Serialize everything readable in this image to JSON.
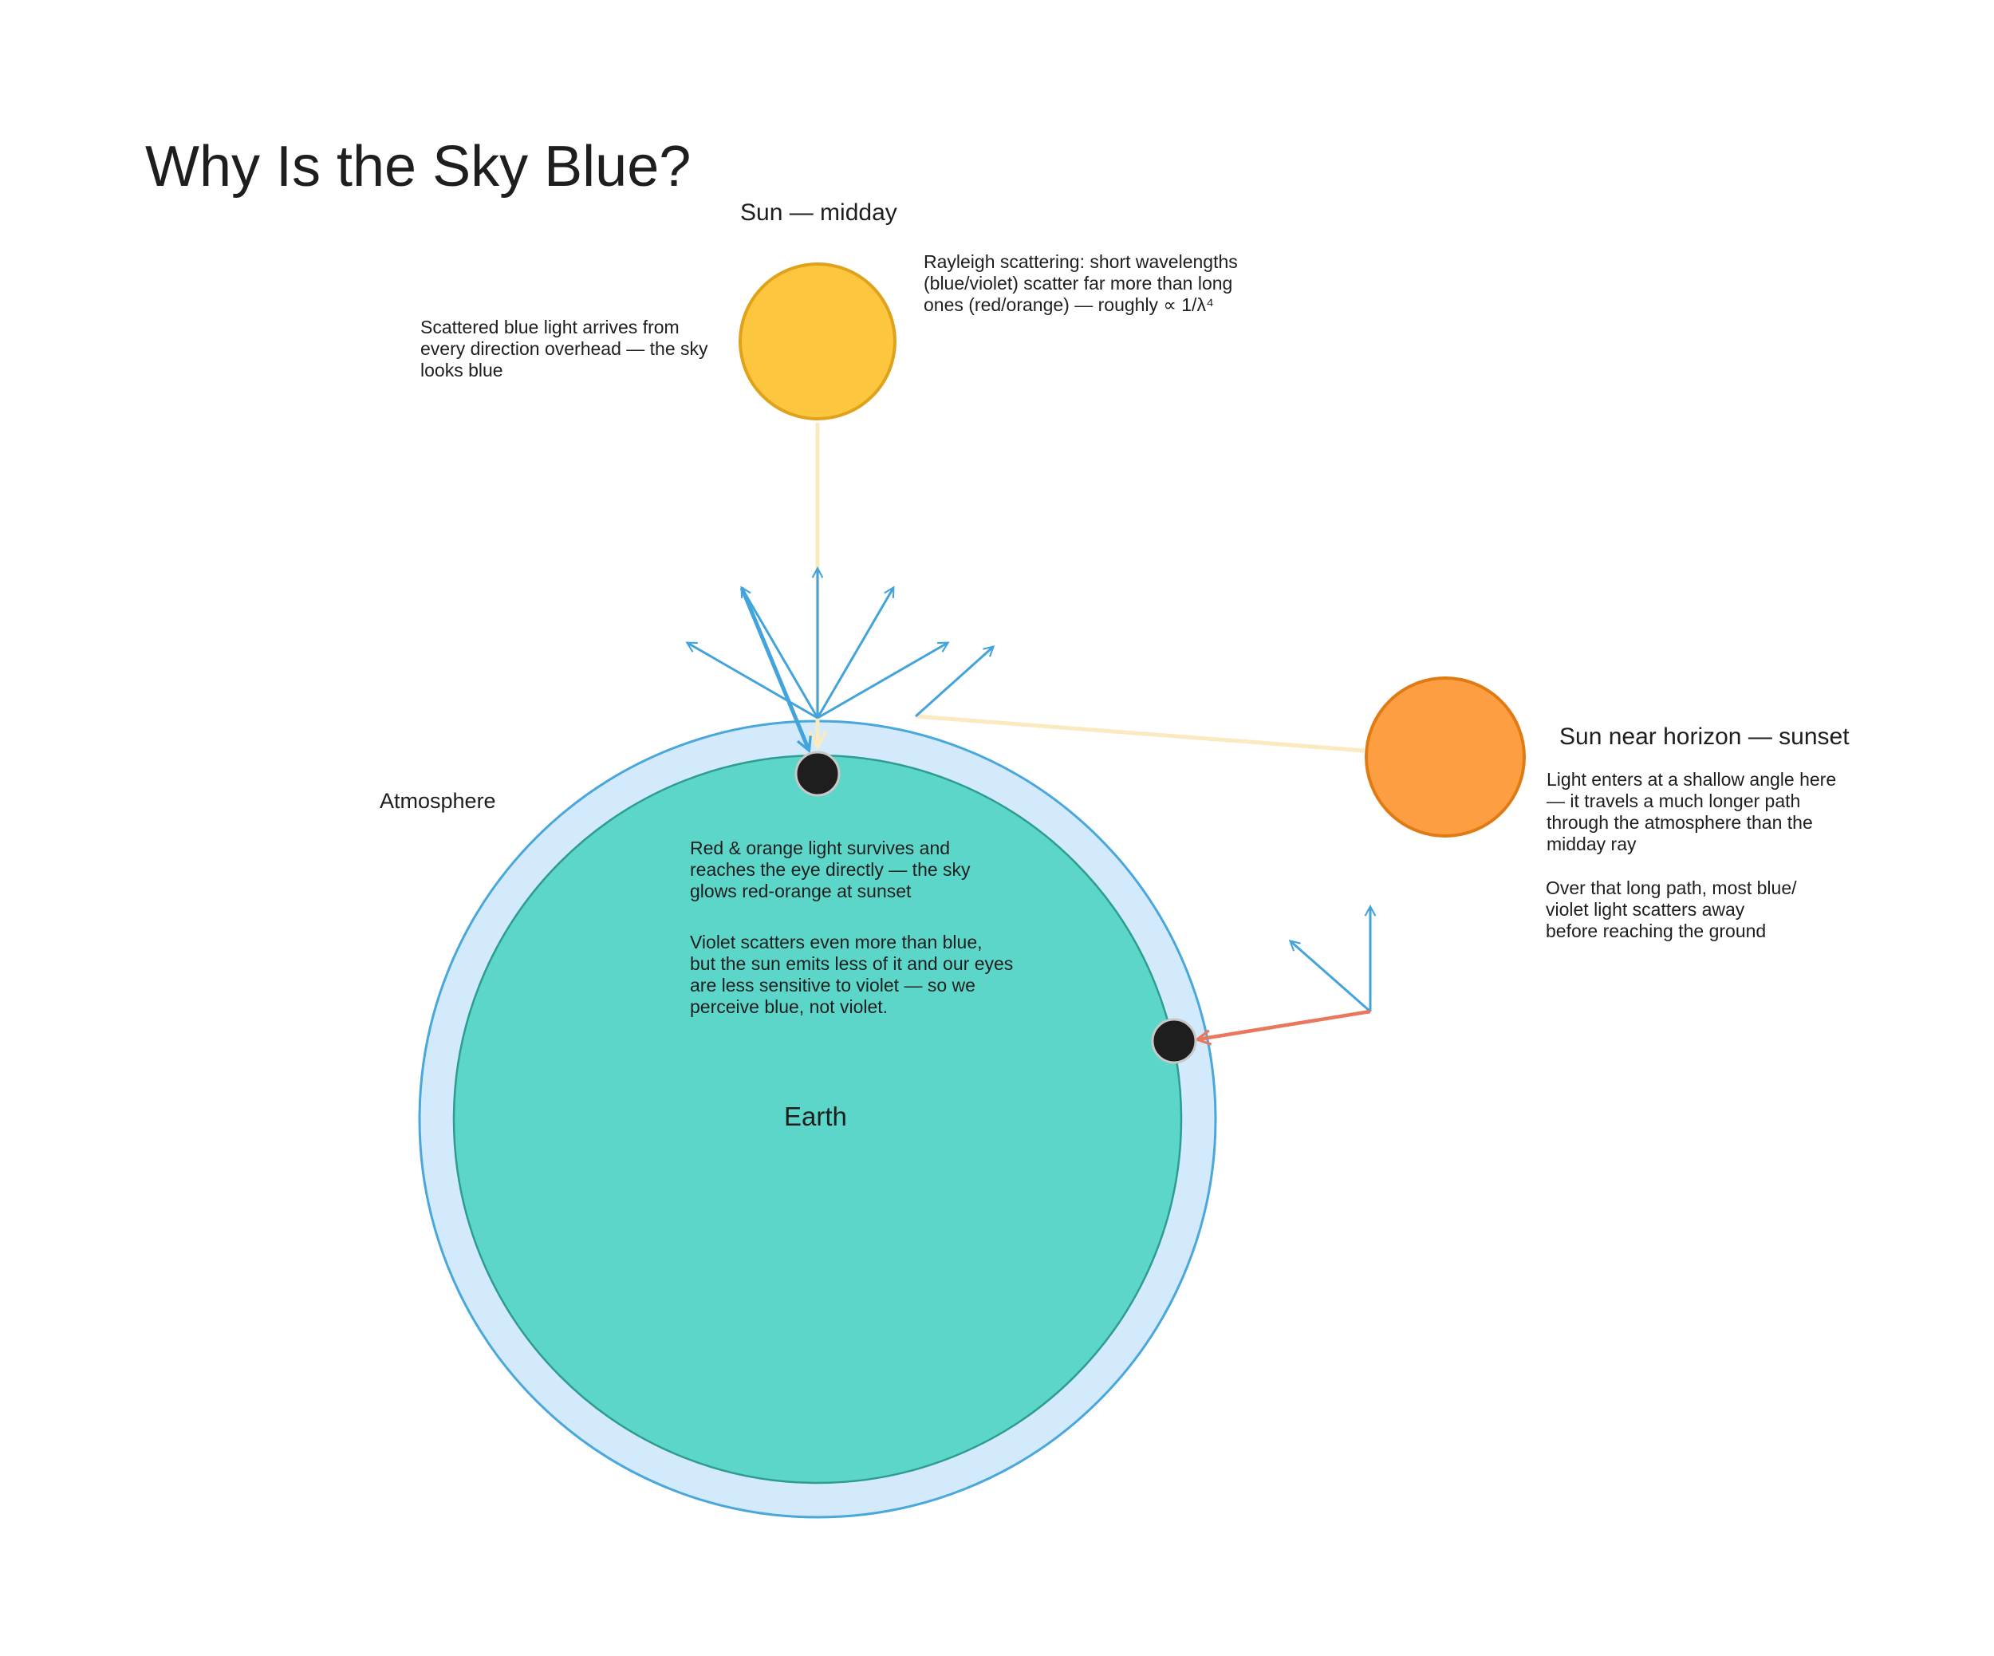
{
  "title": "Why Is the Sky Blue?",
  "labels": {
    "sun_midday": "Sun — midday",
    "sun_sunset": "Sun near horizon — sunset",
    "atmosphere": "Atmosphere",
    "earth": "Earth"
  },
  "notes": {
    "scattered_blue": "Scattered blue light arrives from\nevery direction overhead — the sky\nlooks blue",
    "rayleigh": "Rayleigh scattering: short wavelengths\n(blue/violet) scatter far more than long\nones (red/orange) — roughly ∝ 1/λ⁴",
    "shallow_angle": "Light enters at a shallow angle here\n— it travels a much longer path\nthrough the atmosphere than the\nmidday ray",
    "long_path": "Over that long path, most blue/\nviolet light scatters away\nbefore reaching the ground",
    "red_orange": "Red & orange light survives and\nreaches the eye directly — the sky\nglows red-orange at sunset",
    "violet": "Violet scatters even more than blue,\nbut the sun emits less of it and our eyes\nare less sensitive to violet — so we\nperceive blue, not violet."
  },
  "colors": {
    "sun_midday_fill": "#fcc63e",
    "sun_midday_stroke": "#e0a21a",
    "sun_sunset_fill": "#fe9e42",
    "sun_sunset_stroke": "#e07a12",
    "atmosphere_fill": "#d3eafc",
    "atmosphere_stroke": "#49a7dc",
    "earth_fill": "#5bd6c9",
    "earth_stroke": "#2e9c8f",
    "scatter_arrow": "#43a3db",
    "sunlight_ray": "#fbe9bf",
    "red_light_arrow": "#e9775d",
    "observer": "#1e1e1e"
  }
}
